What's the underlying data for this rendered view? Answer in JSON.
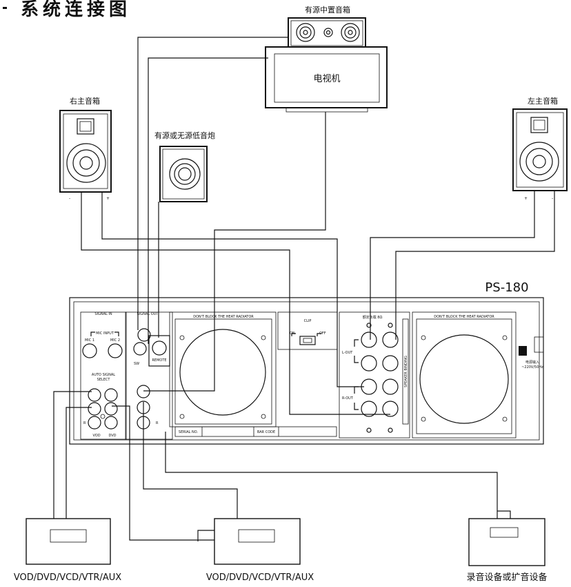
{
  "title": "系统连接图",
  "model": "PS-180",
  "speakers": {
    "center": "有源中置音箱",
    "tv": "电视机",
    "right_main": "右主音箱",
    "left_main": "左主音箱",
    "subwoofer": "有源或无源低音炮",
    "minus": "-",
    "plus": "+"
  },
  "panel": {
    "signal_in": "SIGNAL IN",
    "signal_out": "SIGNAL OUT",
    "mic_input": "MIC INPUT",
    "mic1": "MIC 1",
    "mic2": "MIC 2",
    "auto_signal": "AUTO SIGNAL",
    "select": "SELECT",
    "vod": "VOD",
    "dvd": "DVD",
    "r": "R",
    "sw": "SW",
    "remote": "REMOTE",
    "heat1": "DON'T BLOCK THE HEAT RADIATOR",
    "heat2": "DON'T BLOCK THE HEAT RADIATOR",
    "clip": "CLIP",
    "on": "ON",
    "off": "OFF",
    "rated_load": "额定负载  8Ω",
    "l_out": "L-OUT",
    "r_out": "R-OUT",
    "speaker_binding": "SPEAKER BINDING",
    "serial_no": "SERIAL NO.",
    "bar_code": "BAR CODE",
    "power_in": "电源输入",
    "power_spec": "~220V/50Hz"
  },
  "devices": {
    "source1": "VOD/DVD/VCD/VTR/AUX",
    "source2": "VOD/DVD/VCD/VTR/AUX",
    "recorder": "录音设备或扩音设备"
  }
}
